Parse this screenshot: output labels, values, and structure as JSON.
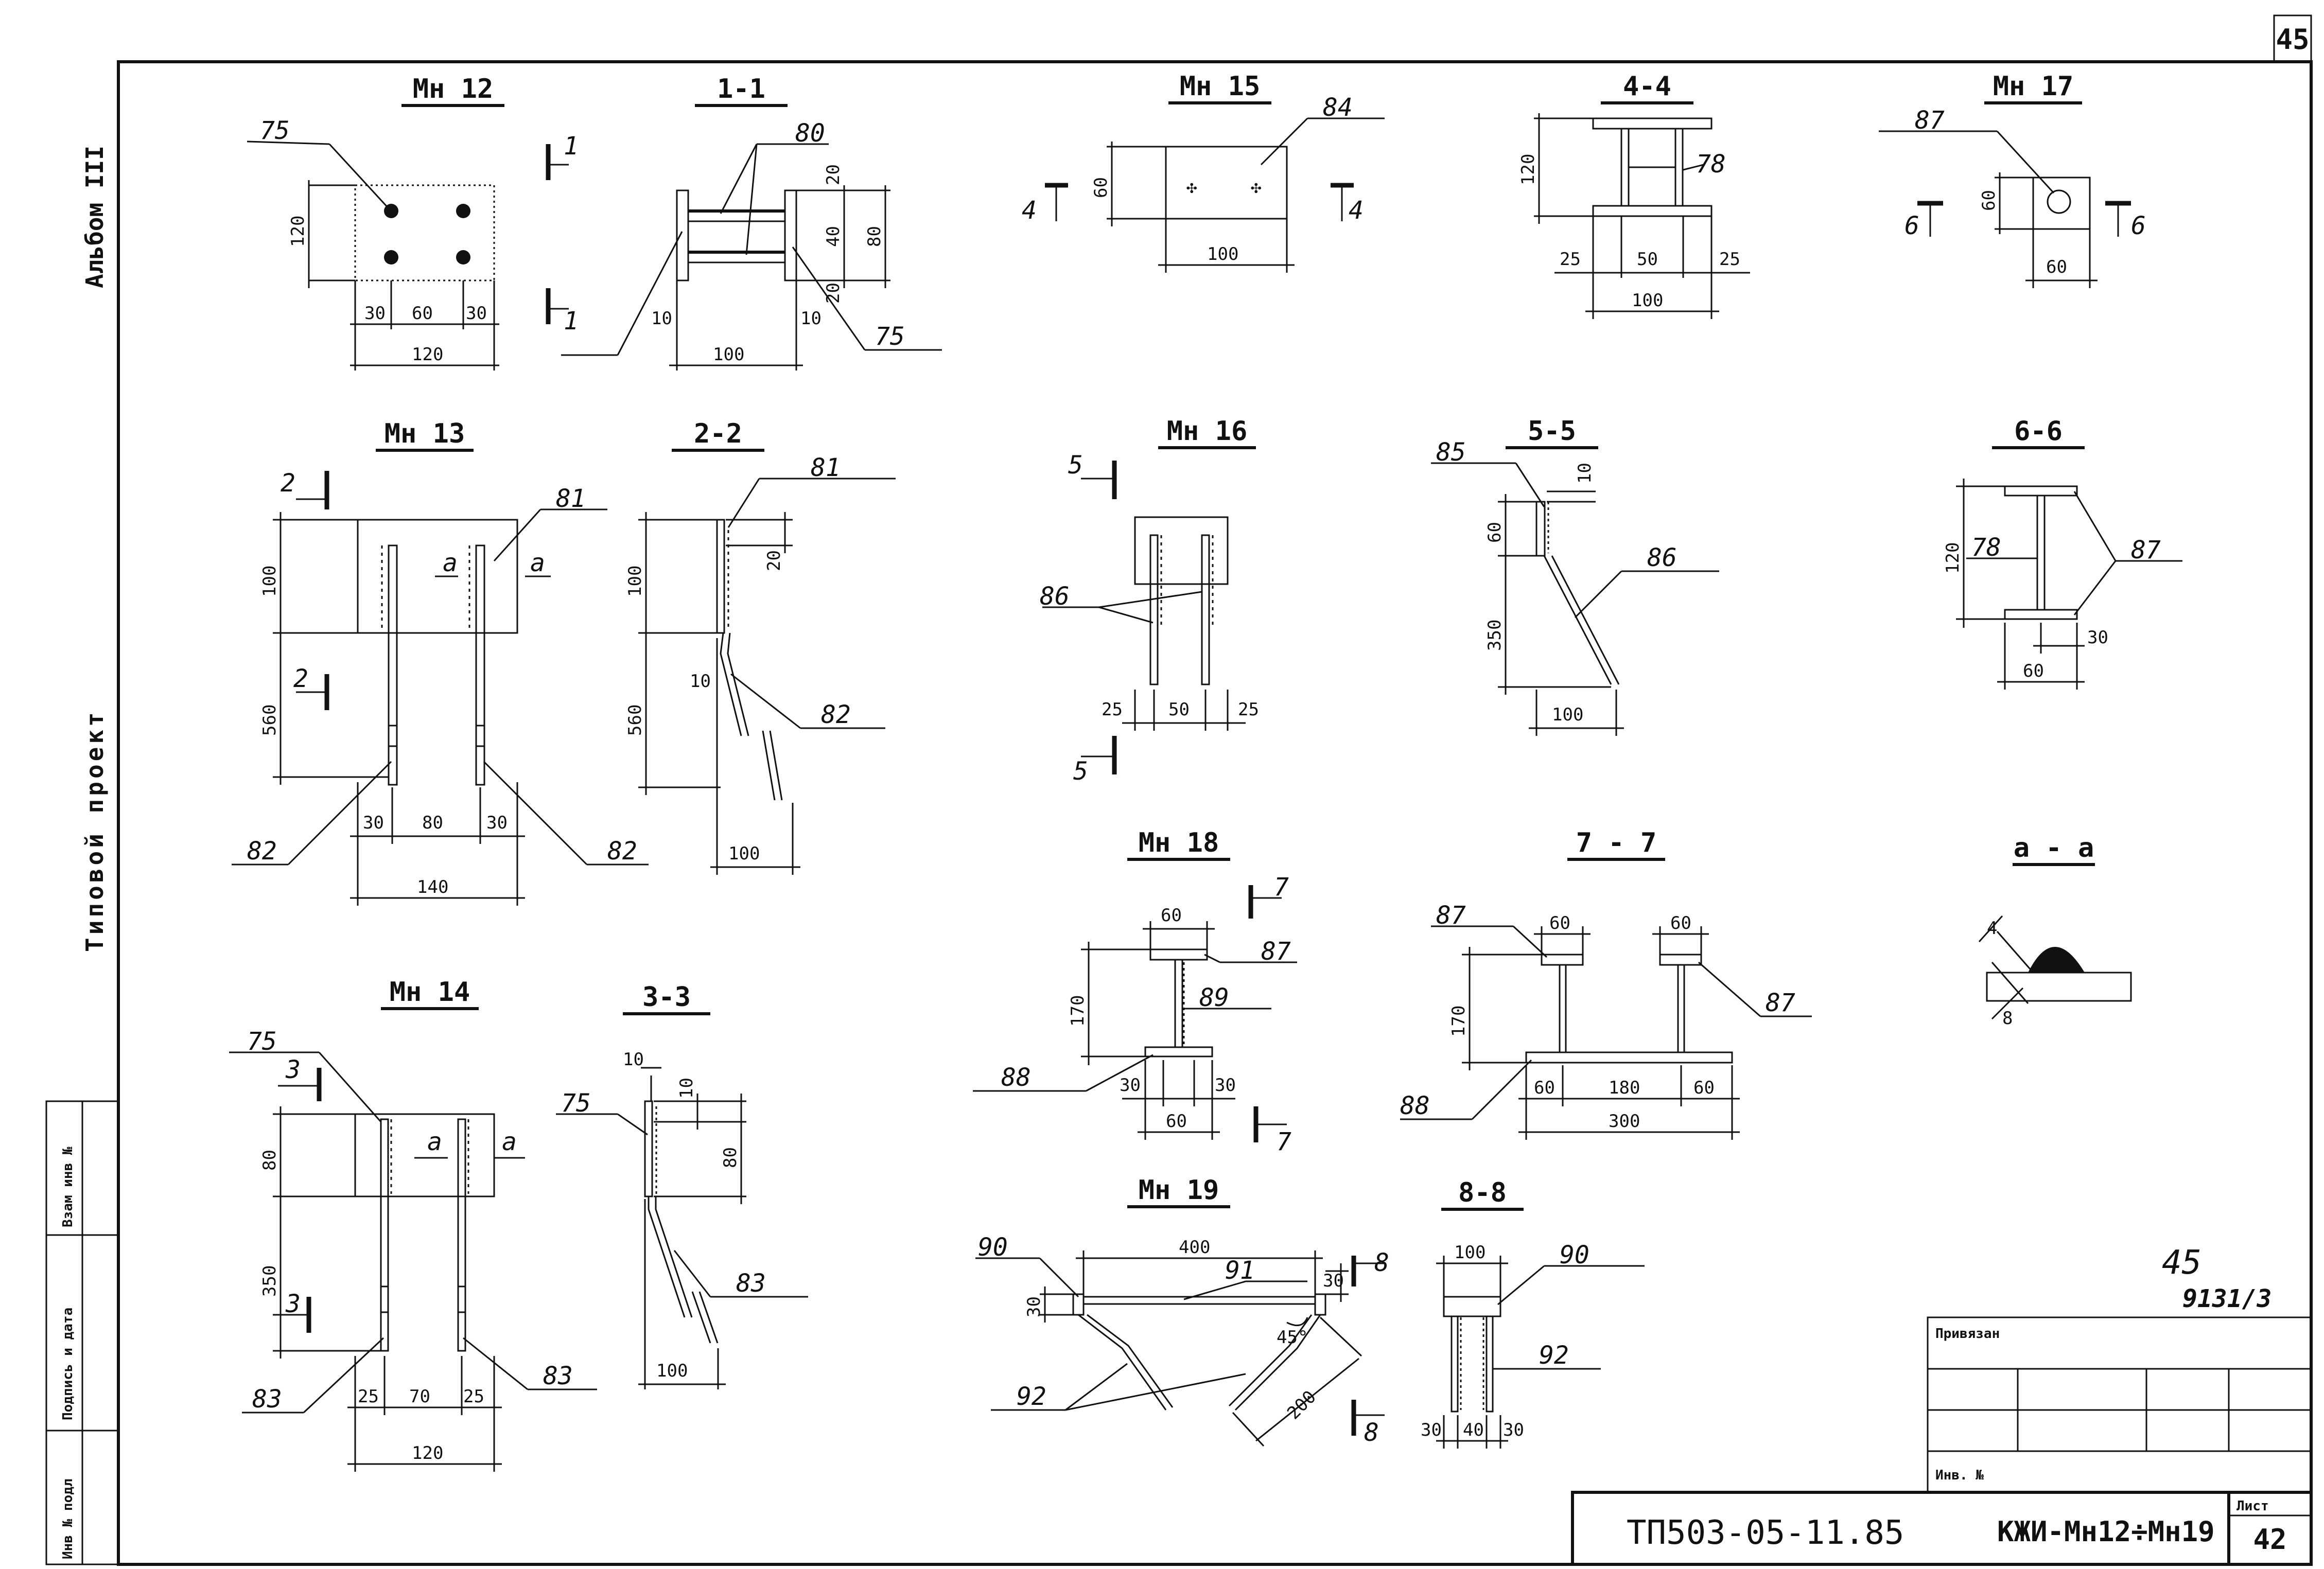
{
  "sheet_number_corner": "45",
  "side": {
    "album": "Альбом III",
    "project_type": "Типовой проект"
  },
  "left_stamp": {
    "inv_orig": "Инв № подл",
    "signature_date": "Подпись и дата",
    "replaced_inv": "Взам инв №"
  },
  "stamp_note": {
    "number": "45",
    "code": "9131/3"
  },
  "title_block": {
    "privyazan": "Привязан",
    "inv_no": "Инв. №",
    "document_code": "ТП503-05-11.85",
    "sheet_title": "КЖИ-Мн12÷Мн19",
    "sheet_label": "Лист",
    "sheet_value": "42"
  },
  "views": {
    "mn12": {
      "title": "Мн 12",
      "pos": "75",
      "d_h": "120",
      "d_30a": "30",
      "d_60": "60",
      "d_30b": "30",
      "d_120": "120",
      "cut": "1"
    },
    "s11": {
      "title": "1-1",
      "pos80": "80",
      "pos75": "75",
      "d20a": "20",
      "d40": "40",
      "d80": "80",
      "d20b": "20",
      "d10a": "10",
      "d10b": "10",
      "d100": "100"
    },
    "mn15": {
      "title": "Мн 15",
      "pos": "84",
      "d60": "60",
      "d100": "100",
      "cut": "4"
    },
    "s44": {
      "title": "4-4",
      "pos": "78",
      "d120": "120",
      "d25a": "25",
      "d50": "50",
      "d25b": "25",
      "d100": "100"
    },
    "mn17": {
      "title": "Мн 17",
      "pos": "87",
      "d60v": "60",
      "d60h": "60",
      "cut": "6"
    },
    "mn13": {
      "title": "Мн 13",
      "pos81": "81",
      "pos82a": "82",
      "pos82b": "82",
      "d100": "100",
      "d560": "560",
      "d30a": "30",
      "d80": "80",
      "d30b": "30",
      "d140": "140",
      "cut": "2",
      "sec": "a"
    },
    "s22": {
      "title": "2-2",
      "pos81": "81",
      "pos82": "82",
      "d100": "100",
      "d20": "20",
      "d10": "10",
      "d560": "560",
      "d100b": "100"
    },
    "mn16": {
      "title": "Мн 16",
      "pos": "86",
      "d25a": "25",
      "d50": "50",
      "d25b": "25",
      "cut": "5"
    },
    "s55": {
      "title": "5-5",
      "pos85": "85",
      "pos86": "86",
      "d10": "10",
      "d60": "60",
      "d350": "350",
      "d100": "100"
    },
    "s66": {
      "title": "6-6",
      "pos78": "78",
      "pos87": "87",
      "d120": "120",
      "d30": "30",
      "d60": "60"
    },
    "mn14": {
      "title": "Мн 14",
      "pos75": "75",
      "pos83a": "83",
      "pos83b": "83",
      "d80": "80",
      "d350": "350",
      "d25a": "25",
      "d70": "70",
      "d25b": "25",
      "d120": "120",
      "cut": "3",
      "sec": "a"
    },
    "s33": {
      "title": "3-3",
      "pos75": "75",
      "pos83": "83",
      "d10a": "10",
      "d10b": "10",
      "d80": "80",
      "d100": "100"
    },
    "mn18": {
      "title": "Мн 18",
      "pos87": "87",
      "pos89": "89",
      "pos88": "88",
      "d60t": "60",
      "d170": "170",
      "d30a": "30",
      "d30b": "30",
      "d60b": "60",
      "cut": "7"
    },
    "s77": {
      "title": "7 - 7",
      "pos87a": "87",
      "pos87b": "87",
      "pos88": "88",
      "d60a": "60",
      "d60b": "60",
      "d170": "170",
      "d60c": "60",
      "d180": "180",
      "d60d": "60",
      "d300": "300"
    },
    "saa": {
      "title": "a - a",
      "d4": "4",
      "d8": "8"
    },
    "mn19": {
      "title": "Мн 19",
      "pos90": "90",
      "pos91": "91",
      "pos92": "92",
      "d400": "400",
      "d30a": "30",
      "d30b": "30",
      "d45": "45°",
      "d200": "200",
      "cut": "8"
    },
    "s88": {
      "title": "8-8",
      "pos90": "90",
      "pos92": "92",
      "d100": "100",
      "d30a": "30",
      "d40": "40",
      "d30b": "30"
    }
  }
}
